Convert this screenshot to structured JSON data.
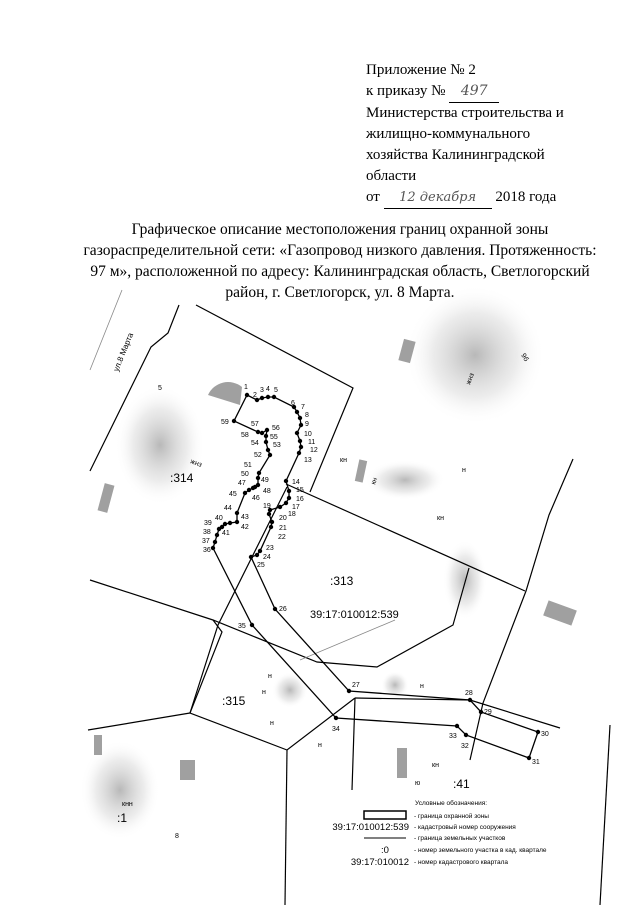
{
  "header": {
    "line1": "Приложение № 2",
    "order_prefix": "к приказу №",
    "order_number": "497",
    "line3": "Министерства строительства и",
    "line4": "жилищно-коммунального",
    "line5": "хозяйства Калининградской",
    "line6": "области",
    "date_prefix": "от",
    "date_handwritten": "12 декабря",
    "date_suffix": "2018 года"
  },
  "title": {
    "lines": [
      "Графическое описание местоположения границ охранной зоны",
      "газораспределительной сети: «Газопровод низкого давления. Протяженность:",
      "97 м», расположенной по адресу: Калининградская область, Светлогорский",
      "район, г. Светлогорск, ул. 8 Марта."
    ]
  },
  "map": {
    "street": "ул.8 Марта",
    "parcels": [
      ":314",
      ":313",
      ":315",
      ":1",
      ":41"
    ],
    "structure_cadastral_number": "39:17:010012:539",
    "small_labels": [
      "5",
      "9б",
      "жнз",
      "жнз",
      "кн",
      "кн",
      "н",
      "н",
      "н",
      "кн",
      "ю",
      "н",
      "кн",
      "н",
      "н",
      "8",
      "кнн"
    ],
    "points": [
      "1",
      "2",
      "3",
      "4",
      "5",
      "6",
      "7",
      "8",
      "9",
      "10",
      "11",
      "12",
      "13",
      "14",
      "15",
      "16",
      "17",
      "18",
      "19",
      "20",
      "21",
      "22",
      "23",
      "24",
      "25",
      "26",
      "27",
      "28",
      "29",
      "30",
      "31",
      "32",
      "33",
      "34",
      "35",
      "36",
      "37",
      "38",
      "39",
      "40",
      "41",
      "42",
      "43",
      "44",
      "45",
      "46",
      "47",
      "48",
      "49",
      "50",
      "51",
      "52",
      "53",
      "54",
      "55",
      "56",
      "57",
      "58",
      "59"
    ],
    "colors": {
      "line": "#000000",
      "building": "#a0a0a0",
      "stipple": "#b8b8b8"
    }
  },
  "legend": {
    "title": "Условные обозначения:",
    "items": [
      {
        "symbol": "",
        "text": "- граница охранной зоны"
      },
      {
        "symbol": "39:17:010012:539",
        "text": "- кадастровый номер сооружения"
      },
      {
        "symbol": "",
        "text": "- граница земельных участков"
      },
      {
        "symbol": ":0",
        "text": "- номер земельного участка в кад. квартале"
      },
      {
        "symbol": "39:17:010012",
        "text": "- номер кадастрового квартала"
      }
    ]
  }
}
